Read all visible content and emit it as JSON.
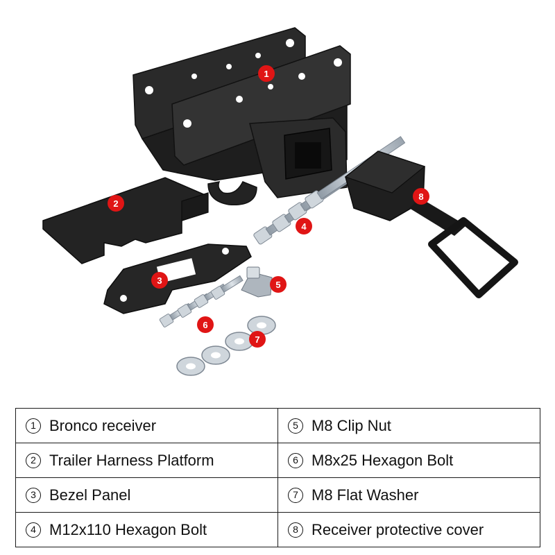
{
  "callouts": [
    "1",
    "2",
    "3",
    "4",
    "5",
    "6",
    "7",
    "8"
  ],
  "parts": [
    {
      "num": "1",
      "name": "Bronco receiver"
    },
    {
      "num": "2",
      "name": "Trailer Harness Platform"
    },
    {
      "num": "3",
      "name": "Bezel Panel"
    },
    {
      "num": "4",
      "name": "M12x110 Hexagon Bolt"
    },
    {
      "num": "5",
      "name": "M8 Clip Nut"
    },
    {
      "num": "6",
      "name": "M8x25 Hexagon Bolt"
    },
    {
      "num": "7",
      "name": "M8 Flat Washer"
    },
    {
      "num": "8",
      "name": "Receiver protective cover"
    }
  ],
  "colors": {
    "metal": "#262626",
    "badge": "#e01515",
    "hardware": "#bfc7cf"
  }
}
